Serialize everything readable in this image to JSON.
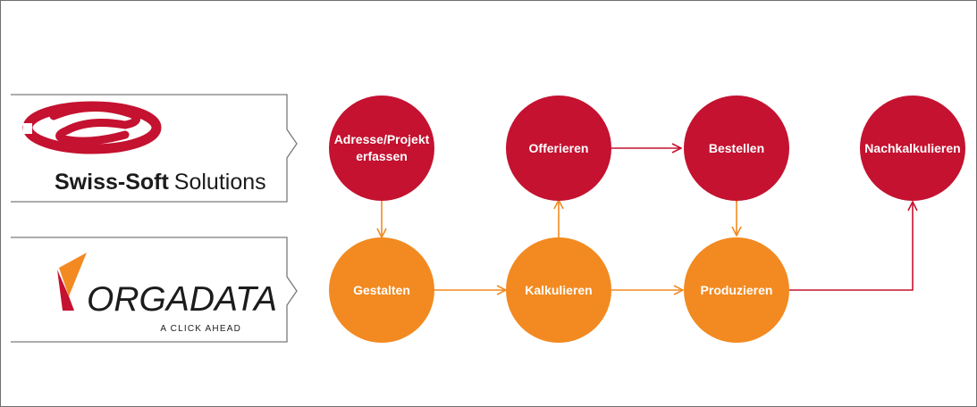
{
  "colors": {
    "red": "#c41230",
    "orange": "#f28a21",
    "frame": "#6f6f6f",
    "panel_border": "#7a7a7a",
    "text_dark": "#1c1c1c"
  },
  "logos": {
    "swisssoft": {
      "icon": "swiss-soft-swirl-logo",
      "name_bold": "Swiss-Soft",
      "name_regular": "Solutions"
    },
    "orgadata": {
      "icon": "orgadata-arrow-logo",
      "name": "ORGADATA",
      "tagline": "A CLICK AHEAD"
    }
  },
  "nodes": {
    "adresse": {
      "line1": "Adresse/Projekt",
      "line2": "erfassen"
    },
    "offerieren": "Offerieren",
    "bestellen": "Bestellen",
    "nachkalkulieren": "Nachkalkulieren",
    "gestalten": "Gestalten",
    "kalkulieren": "Kalkulieren",
    "produzieren": "Produzieren"
  }
}
